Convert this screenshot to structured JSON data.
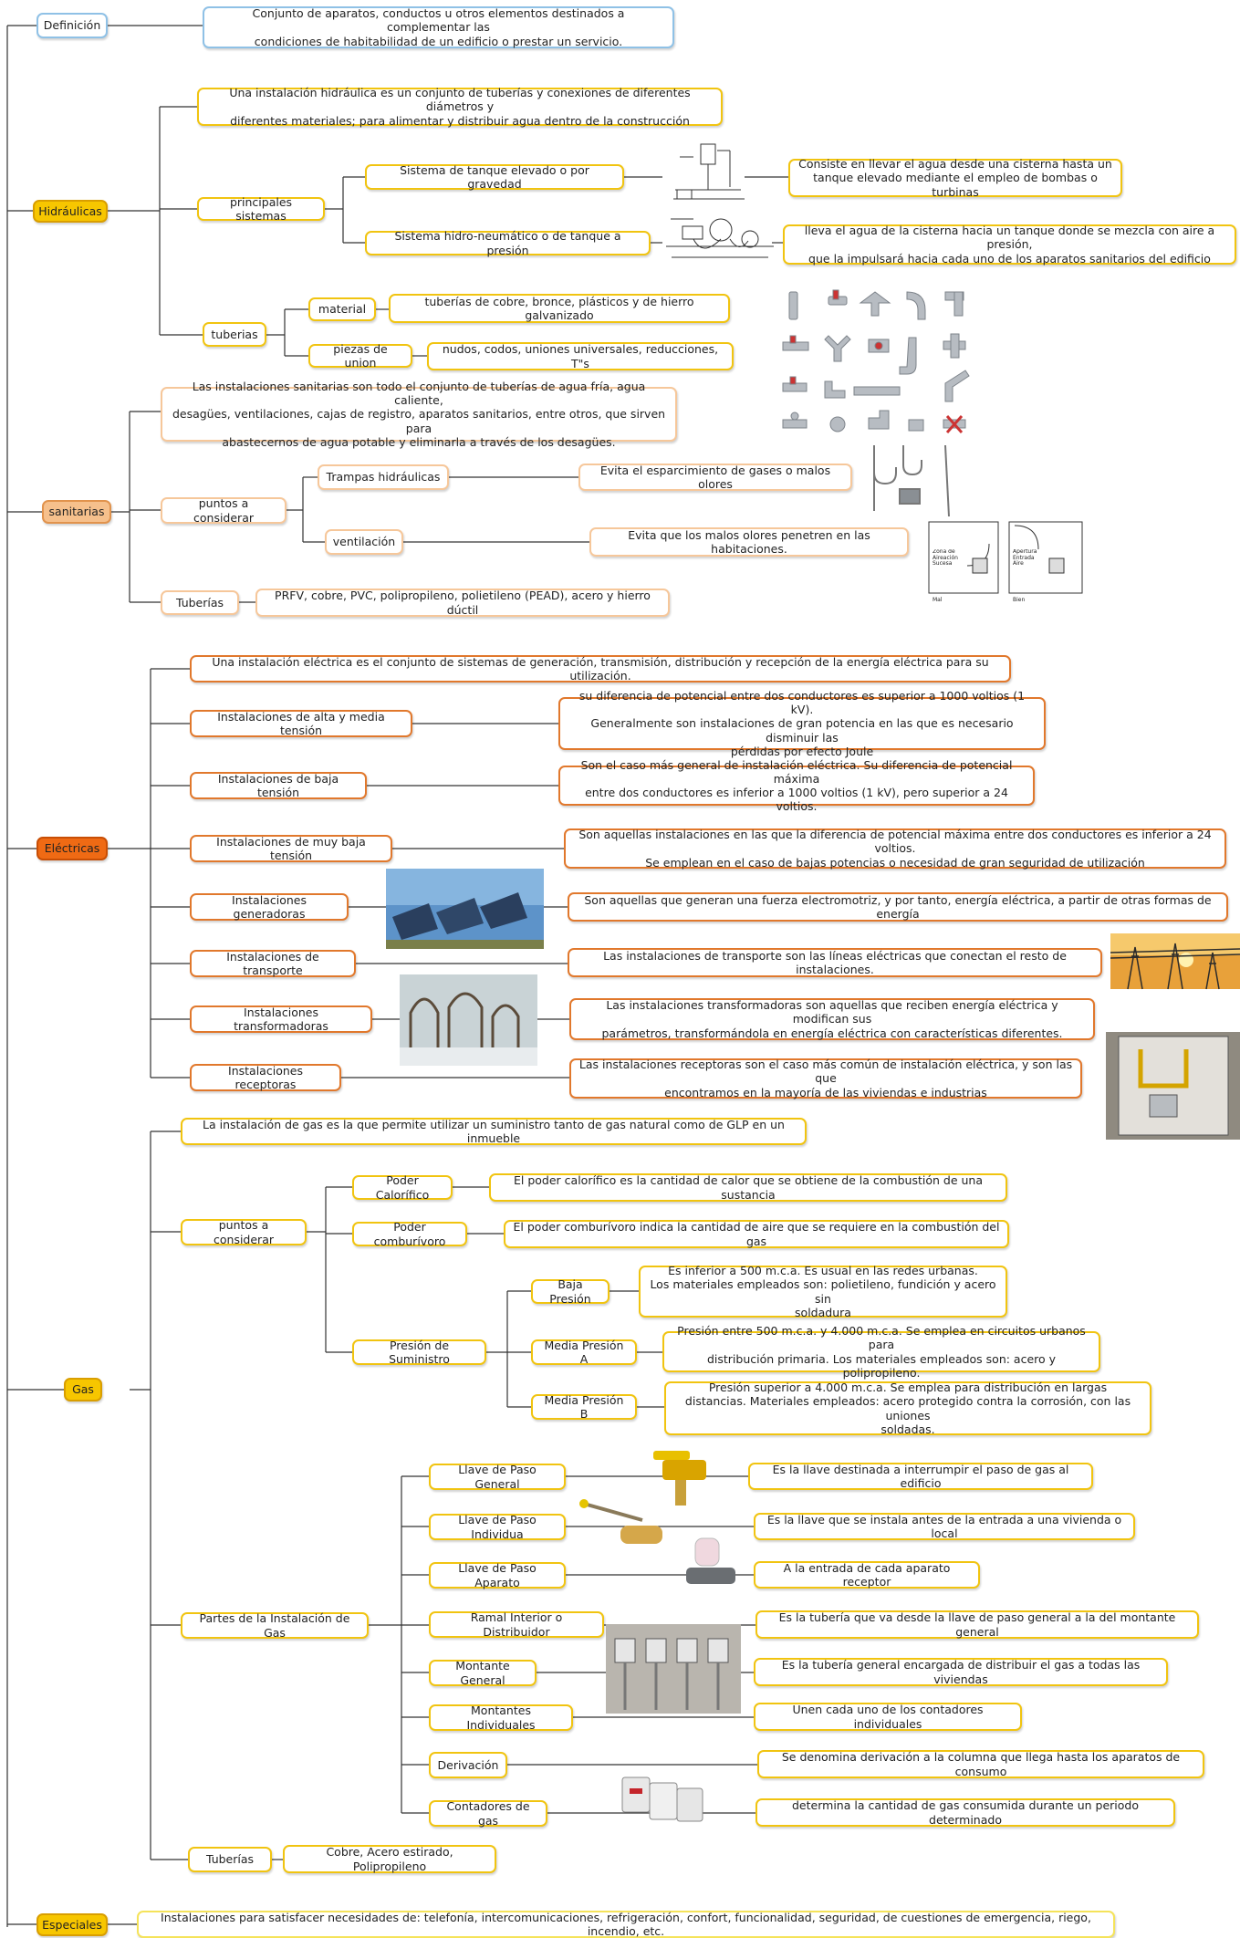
{
  "definicion": {
    "label": "Definición",
    "text": "Conjunto de aparatos, conductos u otros elementos destinados a complementar las\ncondiciones de habitabilidad de un edificio o prestar un servicio."
  },
  "hidraulicas": {
    "label": "Hidráulicas",
    "intro": "Una instalación hidráulica es un conjunto de tuberías y conexiones de diferentes diámetros y\ndiferentes materiales; para alimentar y distribuir agua dentro de la construcción",
    "principales": "principales sistemas",
    "sistema1": "Sistema de tanque elevado o por gravedad",
    "sistema1_desc": "Consiste en llevar el agua desde una cisterna hasta un\ntanque elevado mediante el empleo de bombas o turbinas",
    "sistema2": "Sistema hidro-neumático o de tanque a presión",
    "sistema2_desc": "lleva el agua de la cisterna hacia un tanque donde se mezcla con aire a presión,\nque la impulsará hacia cada uno de los aparatos sanitarios del edificio",
    "tuberias": "tuberias",
    "material": "material",
    "material_desc": "tuberías de cobre, bronce, plásticos y de hierro galvanizado",
    "piezas": "piezas de union",
    "piezas_desc": "nudos, codos, uniones universales, reducciones, T\"s"
  },
  "sanitarias": {
    "label": "sanitarias",
    "intro": "Las instalaciones sanitarias son todo el conjunto de tuberías de agua fría, agua caliente,\ndesagües, ventilaciones, cajas de registro, aparatos sanitarios, entre otros, que sirven para\nabastecernos de agua potable y eliminarla a través de los desagües.",
    "puntos": "puntos a considerar",
    "trampas": "Trampas hidráulicas",
    "trampas_desc": "Evita el esparcimiento de gases o malos olores",
    "ventilacion": "ventilación",
    "ventilacion_desc": "Evita que los malos olores penetren en las habitaciones.",
    "tuberias": "Tuberías",
    "tuberias_desc": "PRFV, cobre, PVC, polipropileno, polietileno (PEAD), acero y hierro dúctil",
    "plan_label1": "Zona de\nAireación\nSucesa",
    "plan_label2": "Apertura\nEntrada\nAire",
    "plan_cap1": "Mal",
    "plan_cap2": "Bien"
  },
  "electricas": {
    "label": "Eléctricas",
    "intro": "Una instalación eléctrica es el conjunto de sistemas de generación, transmisión, distribución y recepción de la energía eléctrica para su utilización.",
    "items": [
      {
        "label": "Instalaciones de alta y media tensión",
        "desc": "su diferencia de potencial entre dos conductores es superior a 1000 voltios (1 kV).\nGeneralmente son instalaciones de gran potencia en las que es necesario disminuir las\npérdidas por efecto Joule"
      },
      {
        "label": "Instalaciones de baja tensión",
        "desc": "Son el caso más general de instalación eléctrica. Su diferencia de potencial máxima\nentre dos conductores es inferior a 1000 voltios (1 kV), pero superior a 24 voltios."
      },
      {
        "label": "Instalaciones de muy baja tensión",
        "desc": "Son aquellas instalaciones en las que la diferencia de potencial máxima entre dos conductores es inferior a 24 voltios.\nSe emplean en el caso de bajas potencias o necesidad de gran seguridad de utilización"
      },
      {
        "label": "Instalaciones generadoras",
        "desc": "Son aquellas que generan una fuerza electromotriz, y por tanto, energía eléctrica, a partir de otras formas de energía"
      },
      {
        "label": "Instalaciones de transporte",
        "desc": "Las instalaciones de transporte son las líneas eléctricas que conectan el resto de instalaciones."
      },
      {
        "label": "Instalaciones transformadoras",
        "desc": "Las instalaciones transformadoras son aquellas que reciben energía eléctrica y modifican sus\nparámetros, transformándola en energía eléctrica con características diferentes."
      },
      {
        "label": "Instalaciones receptoras",
        "desc": "Las instalaciones receptoras son el caso más común de instalación eléctrica, y son las que\nencontramos en la mayoría de las viviendas e industrias"
      }
    ]
  },
  "gas": {
    "label": "Gas",
    "intro": "La instalación de gas es la que permite utilizar un suministro tanto de gas natural como de GLP en un inmueble",
    "puntos": "puntos a considerar",
    "calorifico": "Poder Calorífico",
    "calorifico_desc": "El poder calorífico es la cantidad de calor que se obtiene de la combustión de una sustancia",
    "comburivoro": "Poder comburívoro",
    "comburivoro_desc": "El poder comburívoro indica la cantidad de aire que se requiere en la combustión del gas",
    "presion": "Presión de Suministro",
    "baja": "Baja Presión",
    "baja_desc": "Es inferior a 500 m.c.a. Es usual en las redes urbanas.\nLos materiales empleados son: polietileno, fundición y acero sin\nsoldadura",
    "mediaA": "Media Presión A",
    "mediaA_desc": "Presión entre 500 m.c.a. y 4.000 m.c.a. Se emplea en circuitos urbanos para\ndistribución primaria. Los materiales empleados son: acero y polipropileno.",
    "mediaB": "Media Presión B",
    "mediaB_desc": "Presión superior a 4.000 m.c.a. Se emplea para distribución en largas\ndistancias. Materiales empleados: acero protegido contra la corrosión, con las uniones\nsoldadas.",
    "partes": "Partes de la Instalación de Gas",
    "partes_items": [
      {
        "label": "Llave de Paso General",
        "desc": "Es la llave destinada a interrumpir el paso de gas al edificio"
      },
      {
        "label": "Llave de Paso Individua",
        "desc": "Es la llave que se instala antes de la entrada a una vivienda o local"
      },
      {
        "label": "Llave de Paso Aparato",
        "desc": "A la entrada de cada aparato receptor"
      },
      {
        "label": "Ramal Interior o Distribuidor",
        "desc": "Es la tubería que va desde la llave de paso general a la del montante general"
      },
      {
        "label": "Montante General",
        "desc": "Es la tubería general encargada de distribuir el gas a todas las viviendas"
      },
      {
        "label": "Montantes Individuales",
        "desc": "Unen cada uno de los contadores individuales"
      },
      {
        "label": "Derivación",
        "desc": "Se denomina derivación a la columna que llega hasta los aparatos de consumo"
      },
      {
        "label": "Contadores de gas",
        "desc": "determina la cantidad de gas consumida durante un periodo determinado"
      }
    ],
    "tuberias": "Tuberías",
    "tuberias_desc": "Cobre, Acero estirado, Polipropileno"
  },
  "especiales": {
    "label": "Especiales",
    "text": "Instalaciones para satisfacer necesidades de: telefonía, intercomunicaciones, refrigeración, confort, funcionalidad, seguridad, de cuestiones de emergencia, riego, incendio, etc."
  }
}
